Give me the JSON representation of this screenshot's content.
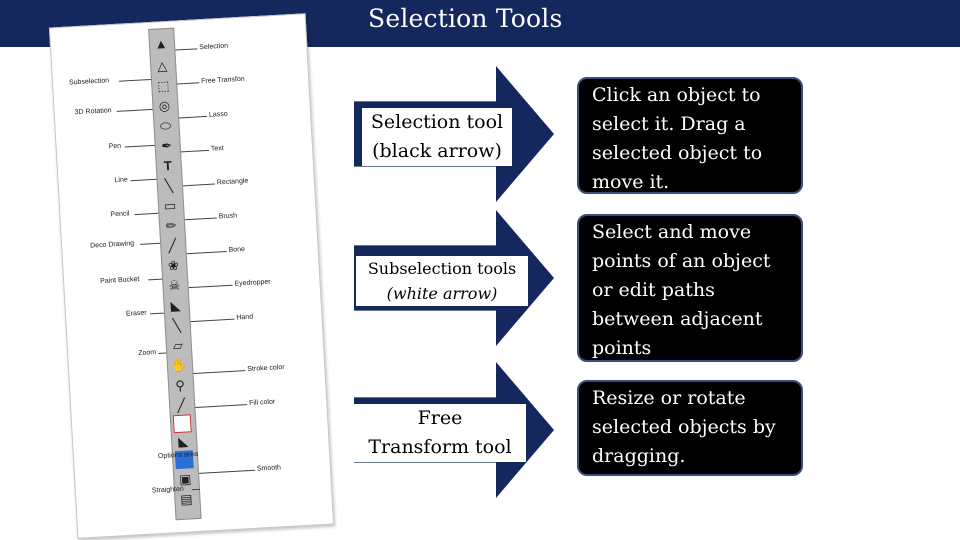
{
  "title": "Selection Tools",
  "palette": {
    "labels": {
      "selection": "Selection",
      "subselection": "Subselection",
      "free_transform": "Free Transfon",
      "rotation_3d": "3D Rotation",
      "lasso": "Lasso",
      "pen": "Pen",
      "text": "Text",
      "line": "Line",
      "rectangle": "Rectangle",
      "pencil": "Pencil",
      "brush": "Brush",
      "deco_drawing": "Deco Drawing",
      "bone": "Bone",
      "paint_bucket": "Paint Bucket",
      "eyedropper": "Eyedropper",
      "eraser": "Eraser",
      "hand": "Hand",
      "zoom": "Zoom",
      "stroke_color": "Stroke color",
      "fill_color": "Fill color",
      "options_area": "Options area",
      "smooth": "Smooth",
      "straighten": "Straighten"
    },
    "swatch_colors": {
      "fill": "#2b6fd6",
      "stroke": "#cc3333"
    }
  },
  "rows": [
    {
      "tool_line1": "Selection tool",
      "tool_line2": "(black arrow)",
      "description": "Click an object to select it. Drag a selected object to move it."
    },
    {
      "tool_line1": "Subselection tools",
      "tool_line2": "(white arrow)",
      "description": "Select and move points of an object or edit paths between adjacent points"
    },
    {
      "tool_line1": "Free",
      "tool_line2": "Transform tool",
      "description": "Resize or rotate selected objects by dragging."
    }
  ],
  "colors": {
    "banner": "#14285e",
    "arrow": "#14285e",
    "desc_bg": "#000000",
    "desc_border": "#3b4d7d"
  }
}
